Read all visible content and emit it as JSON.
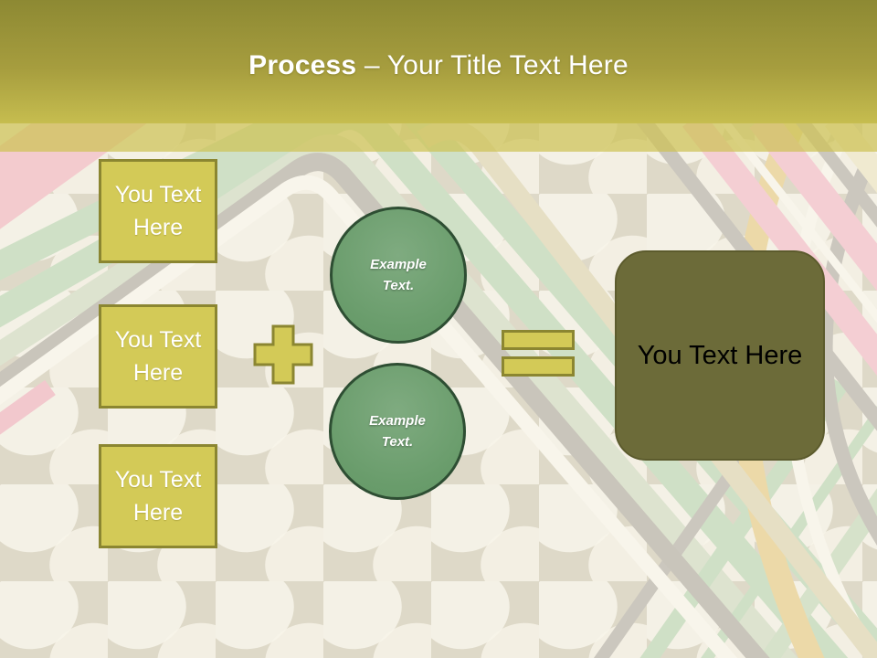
{
  "slide": {
    "title": {
      "emphasis": "Process",
      "suffix": " – Your Title Text Here"
    },
    "input_boxes": [
      {
        "label": "You Text Here"
      },
      {
        "label": "You Text Here"
      },
      {
        "label": "You Text Here"
      }
    ],
    "example_circles": [
      {
        "label": "Example Text."
      },
      {
        "label": "Example Text."
      }
    ],
    "operators": {
      "plus": "+",
      "equals": "="
    },
    "result_box": {
      "label": "You Text Here"
    }
  },
  "colors": {
    "accent": "#d3ca57",
    "accent_border": "#8b8631",
    "circle_fill": "#699c6b",
    "circle_border": "#2e4e33",
    "result_fill": "#6c6b39",
    "result_border": "#5c5b2d",
    "header_top": "#8d8933",
    "header_bottom": "#c6bd4f",
    "strip": "#cdc255"
  }
}
